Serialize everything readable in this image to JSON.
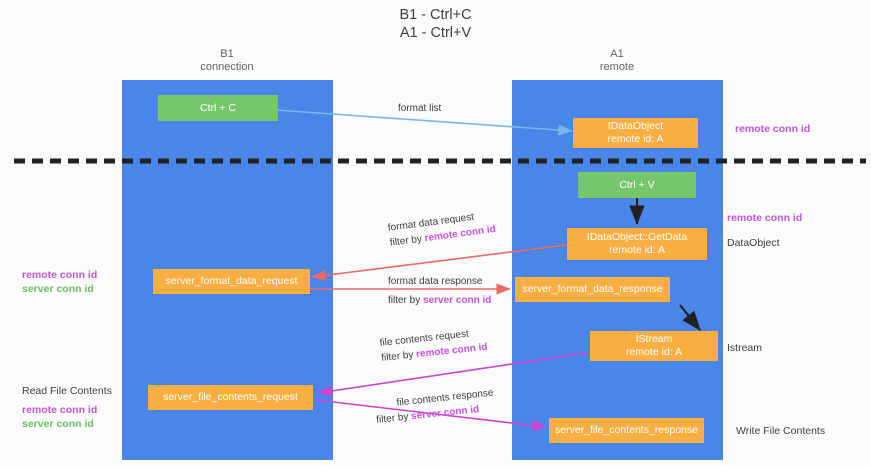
{
  "title": {
    "line1": "B1 - Ctrl+C",
    "line2": "A1 - Ctrl+V"
  },
  "columns": [
    {
      "name": "B1",
      "role": "connection"
    },
    {
      "name": "A1",
      "role": "remote"
    }
  ],
  "nodes": {
    "ctrl_c": {
      "label": "Ctrl + C"
    },
    "ctrl_v": {
      "label": "Ctrl + V"
    },
    "idataobject": {
      "line1": "IDataObject",
      "line2": "remote id: A"
    },
    "getdata": {
      "line1": "IDataObject::GetData",
      "line2": "remote id: A"
    },
    "istream": {
      "line1": "IStream",
      "line2": "remote id: A"
    },
    "server_format_data_request": {
      "label": "server_format_data_request"
    },
    "server_format_data_response": {
      "label": "server_format_data_response"
    },
    "server_file_contents_request": {
      "label": "server_file_contents_request"
    },
    "server_file_contents_response": {
      "label": "server_file_contents_response"
    }
  },
  "flows": {
    "format_list": {
      "label": "format list"
    },
    "format_data_request": {
      "line1": "format data request",
      "line2_prefix": "filter by ",
      "line2_key": "remote conn id"
    },
    "format_data_response": {
      "line1": "format data response",
      "line2_prefix": "filter by ",
      "line2_key": "server conn id"
    },
    "file_contents_request": {
      "line1": "file contents request",
      "line2_prefix": "filter by ",
      "line2_key": "remote conn id"
    },
    "file_contents_response": {
      "line1": "file contents response",
      "line2_prefix": "filter by ",
      "line2_key": "server conn id"
    }
  },
  "annotations": {
    "right_conn_top": "remote conn id",
    "right_conn_mid": "remote conn id",
    "right_dataobject": "DataObject",
    "right_istream": "Istream",
    "right_write_file": "Write File Contents",
    "left_mid_remote": "remote conn id",
    "left_mid_server": "server conn id",
    "left_read_file": "Read File Contents",
    "left_bottom_remote": "remote conn id",
    "left_bottom_server": "server conn id"
  },
  "colors": {
    "lane": "#4a86e8",
    "node_orange": "#f9ae44",
    "node_green": "#77c66e",
    "arrow_blue": "#7cb6e8",
    "arrow_red": "#ea6b62",
    "arrow_magenta": "#cc44cc",
    "arrow_black": "#202124",
    "highlight_purple": "#c454d8",
    "highlight_green": "#6cbf63",
    "divider": "#202124"
  }
}
